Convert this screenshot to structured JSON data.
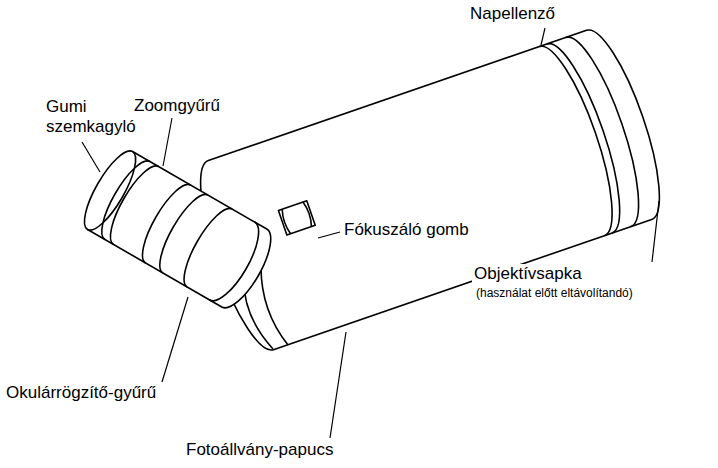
{
  "diagram": {
    "labels": [
      "Napellenző",
      "Gumi szemkagyló",
      "Zoomgyűrű",
      "Fókuszáló gomb",
      "Objektívsapka",
      "(használat előtt eltávolítandó)",
      "Okulárrögzítő-gyűrű",
      "Fotoállvány-papucs"
    ]
  }
}
